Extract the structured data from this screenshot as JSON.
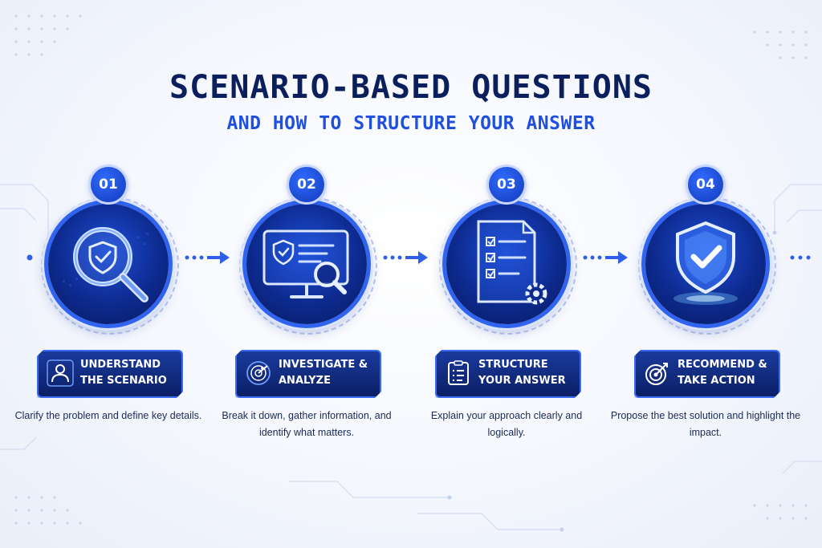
{
  "header": {
    "title": "SCENARIO-BASED QUESTIONS",
    "subtitle": "AND HOW TO STRUCTURE YOUR ANSWER"
  },
  "steps": [
    {
      "number": "01",
      "label_line1": "UNDERSTAND",
      "label_line2": "THE SCENARIO",
      "description": "Clarify the problem and define key details.",
      "illustration": "magnifier-shield-icon",
      "label_icon": "person-icon"
    },
    {
      "number": "02",
      "label_line1": "INVESTIGATE &",
      "label_line2": "ANALYZE",
      "description": "Break it down, gather information, and identify what matters.",
      "illustration": "monitor-search-icon",
      "label_icon": "radar-icon"
    },
    {
      "number": "03",
      "label_line1": "STRUCTURE",
      "label_line2": "YOUR ANSWER",
      "description": "Explain your approach clearly and logically.",
      "illustration": "checklist-gear-icon",
      "label_icon": "clipboard-list-icon"
    },
    {
      "number": "04",
      "label_line1": "RECOMMEND &",
      "label_line2": "TAKE ACTION",
      "description": "Propose the best solution and highlight the impact.",
      "illustration": "shield-check-icon",
      "label_icon": "target-icon"
    }
  ],
  "colors": {
    "title": "#0b1f5c",
    "subtitle": "#1f4fe0",
    "accent": "#2f63f0",
    "dark_blue": "#0b1f66"
  }
}
